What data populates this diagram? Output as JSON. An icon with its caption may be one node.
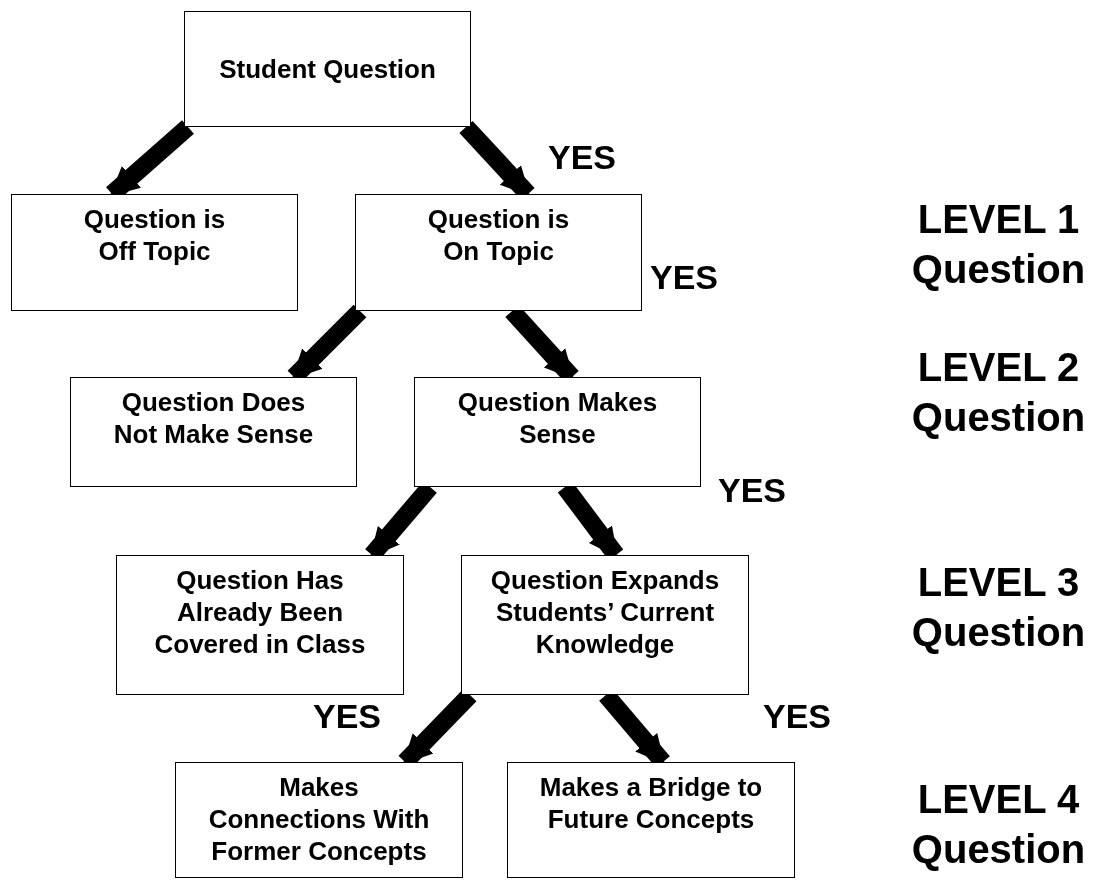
{
  "diagram": {
    "nodes": [
      {
        "text": [
          "Student Question"
        ]
      },
      {
        "text": [
          "Question is Off Topic"
        ]
      },
      {
        "text": [
          "Question is On Topic"
        ]
      },
      {
        "text": [
          "Question Does Not Make Sense"
        ]
      },
      {
        "text": [
          "Question Makes Sense"
        ]
      },
      {
        "text": [
          "Question Has Already Been Covered in Class"
        ]
      },
      {
        "text": [
          "Question Expands Students’ Current Knowledge"
        ]
      },
      {
        "text": [
          "Makes Connections With Former Concepts"
        ]
      },
      {
        "text": [
          "Makes a Bridge to Future Concepts"
        ]
      }
    ],
    "edges": [
      {
        "from": 0,
        "to": 1,
        "arrow": "to"
      },
      {
        "from": 0,
        "to": 2,
        "arrow": "to",
        "label": "YES"
      },
      {
        "from": 2,
        "to": 3,
        "arrow": "to"
      },
      {
        "from": 2,
        "to": 4,
        "arrow": "to",
        "label": "YES"
      },
      {
        "from": 4,
        "to": 5,
        "arrow": "to"
      },
      {
        "from": 4,
        "to": 6,
        "arrow": "to",
        "label": "YES"
      },
      {
        "from": 6,
        "to": 7,
        "arrow": "to",
        "label": "YES"
      },
      {
        "from": 6,
        "to": 8,
        "arrow": "to",
        "label": "YES"
      }
    ],
    "labels": [
      "LEVEL 1 Question",
      "LEVEL 2 Question",
      "LEVEL 3 Question",
      "LEVEL 4 Question"
    ]
  }
}
